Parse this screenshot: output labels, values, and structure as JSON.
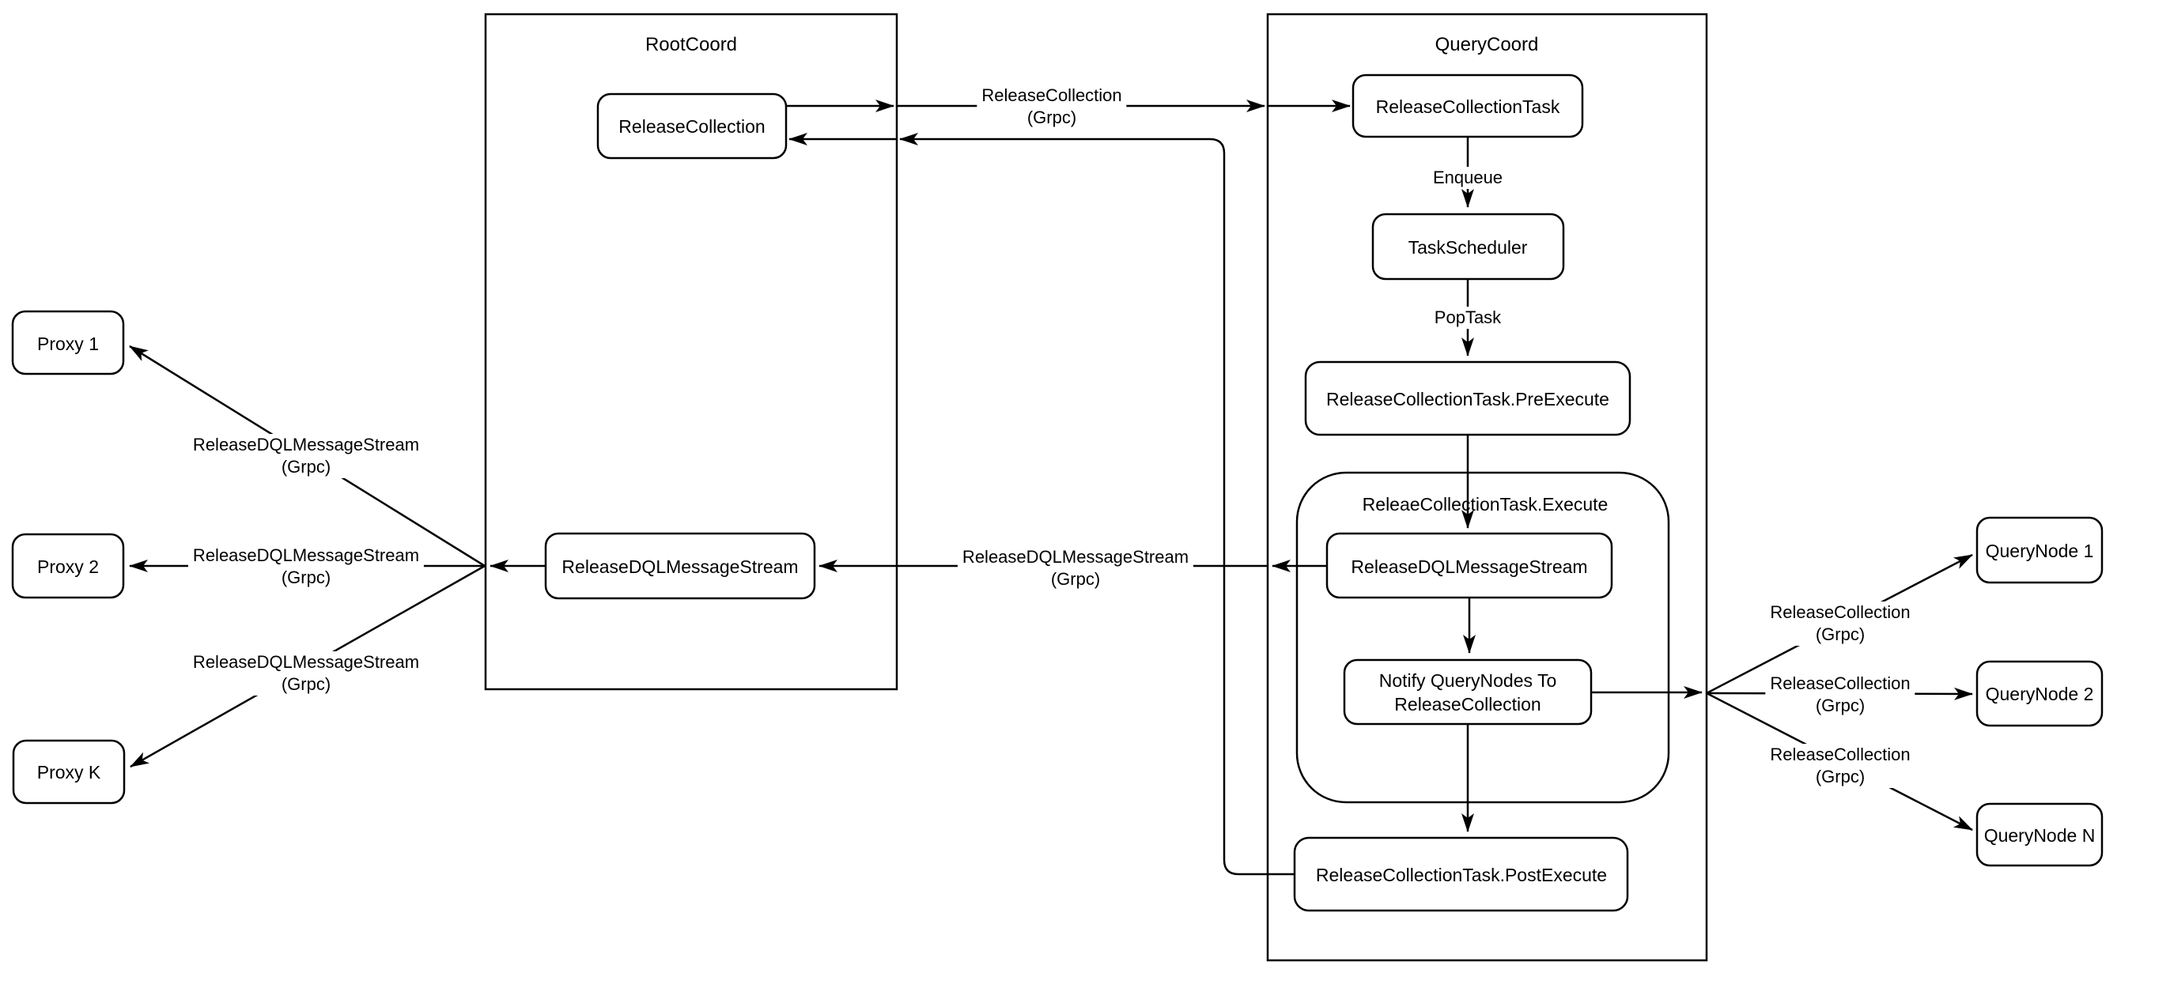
{
  "diagram": {
    "rootcoord": {
      "title": "RootCoord"
    },
    "querycoord": {
      "title": "QueryCoord"
    },
    "execute_group": {
      "title": "ReleaeCollectionTask.Execute"
    },
    "nodes": {
      "release_collection": "ReleaseCollection",
      "root_dql_stream": "ReleaseDQLMessageStream",
      "release_collection_task": "ReleaseCollectionTask",
      "task_scheduler": "TaskScheduler",
      "pre_execute": "ReleaseCollectionTask.PreExecute",
      "inner_dql_stream": "ReleaseDQLMessageStream",
      "notify_line1": "Notify QueryNodes To",
      "notify_line2": "ReleaseCollection",
      "post_execute": "ReleaseCollectionTask.PostExecute",
      "proxy_1": "Proxy 1",
      "proxy_2": "Proxy 2",
      "proxy_k": "Proxy K",
      "querynode_1": "QueryNode 1",
      "querynode_2": "QueryNode 2",
      "querynode_n": "QueryNode N"
    },
    "edge_labels": {
      "release_collection": "ReleaseCollection",
      "release_dql_stream": "ReleaseDQLMessageStream",
      "grpc": "(Grpc)",
      "enqueue": "Enqueue",
      "pop_task": "PopTask"
    },
    "colors": {
      "stroke": "#000000",
      "fill": "#ffffff"
    }
  }
}
